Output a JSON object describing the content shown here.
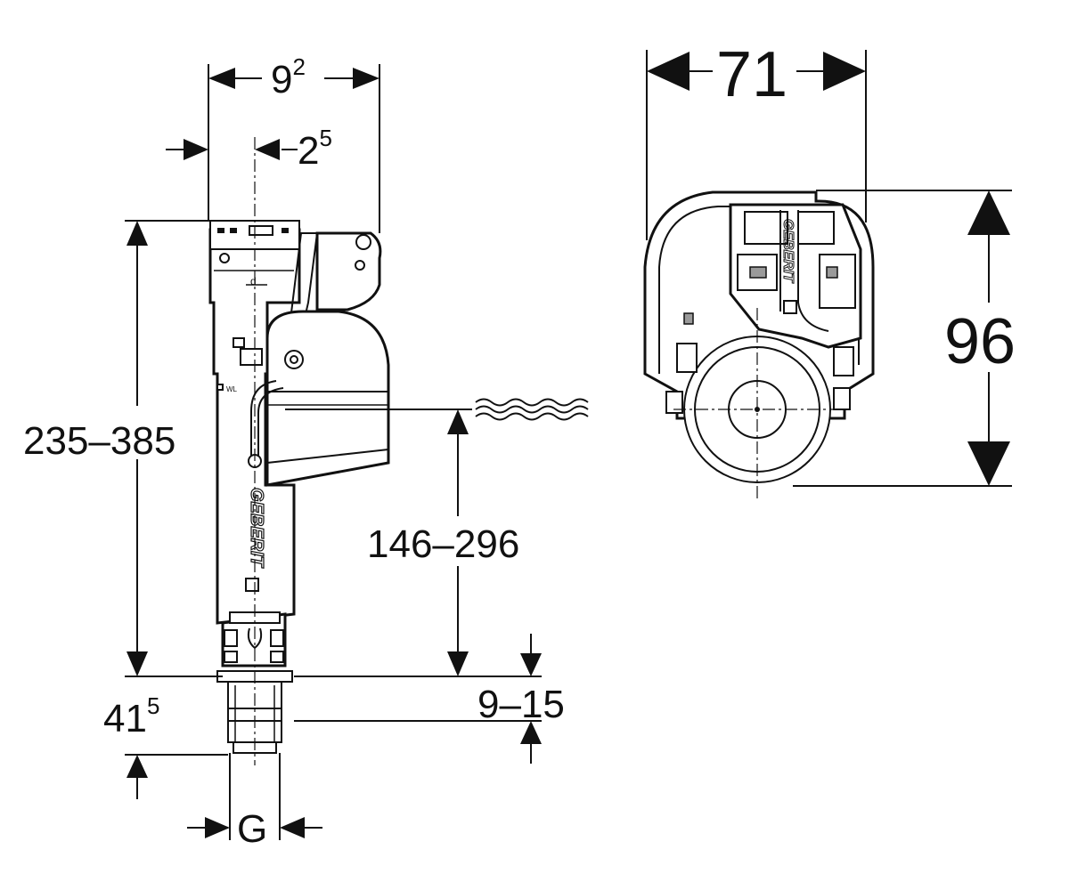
{
  "dimensions": {
    "width_top": {
      "base": "9",
      "sup": "2"
    },
    "offset_left": {
      "base": "2",
      "sup": "5"
    },
    "height_range": "235–385",
    "water_level_range": "146–296",
    "thread_range": "9–15",
    "bottom_height": {
      "base": "41",
      "sup": "5"
    },
    "thread_label": "G",
    "side_width": "71",
    "side_height": "96"
  },
  "brand": {
    "name": "GEBERIT",
    "side_marking": "GEBERIT",
    "small_marking": "WL"
  },
  "colors": {
    "line": "#111111",
    "background": "#ffffff",
    "shade": "#9a9a9a"
  }
}
